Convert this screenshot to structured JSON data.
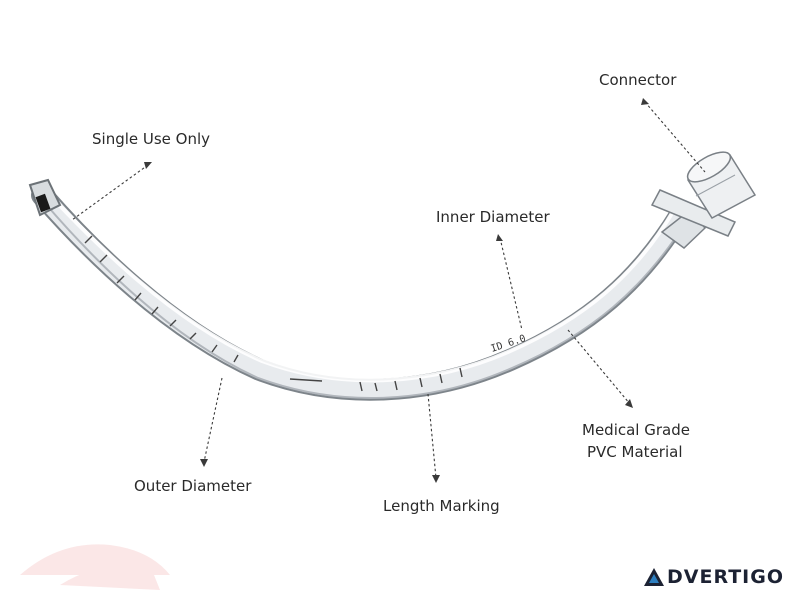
{
  "labels": {
    "connector": "Connector",
    "single_use": "Single Use Only",
    "inner_diameter": "Inner Diameter",
    "outer_diameter": "Outer Diameter",
    "length_marking": "Length Marking",
    "material_line1": "Medical Grade",
    "material_line2": "PVC  Material"
  },
  "tube_marking": "ID 6.0",
  "brand": {
    "name": "DVERTIGO",
    "accent_color": "#2d7fc0",
    "text_color": "#1c2233"
  },
  "colors": {
    "label_text": "#2a2a2a",
    "tube_outline": "#8a8f94",
    "tube_fill": "#e6e9ec"
  }
}
